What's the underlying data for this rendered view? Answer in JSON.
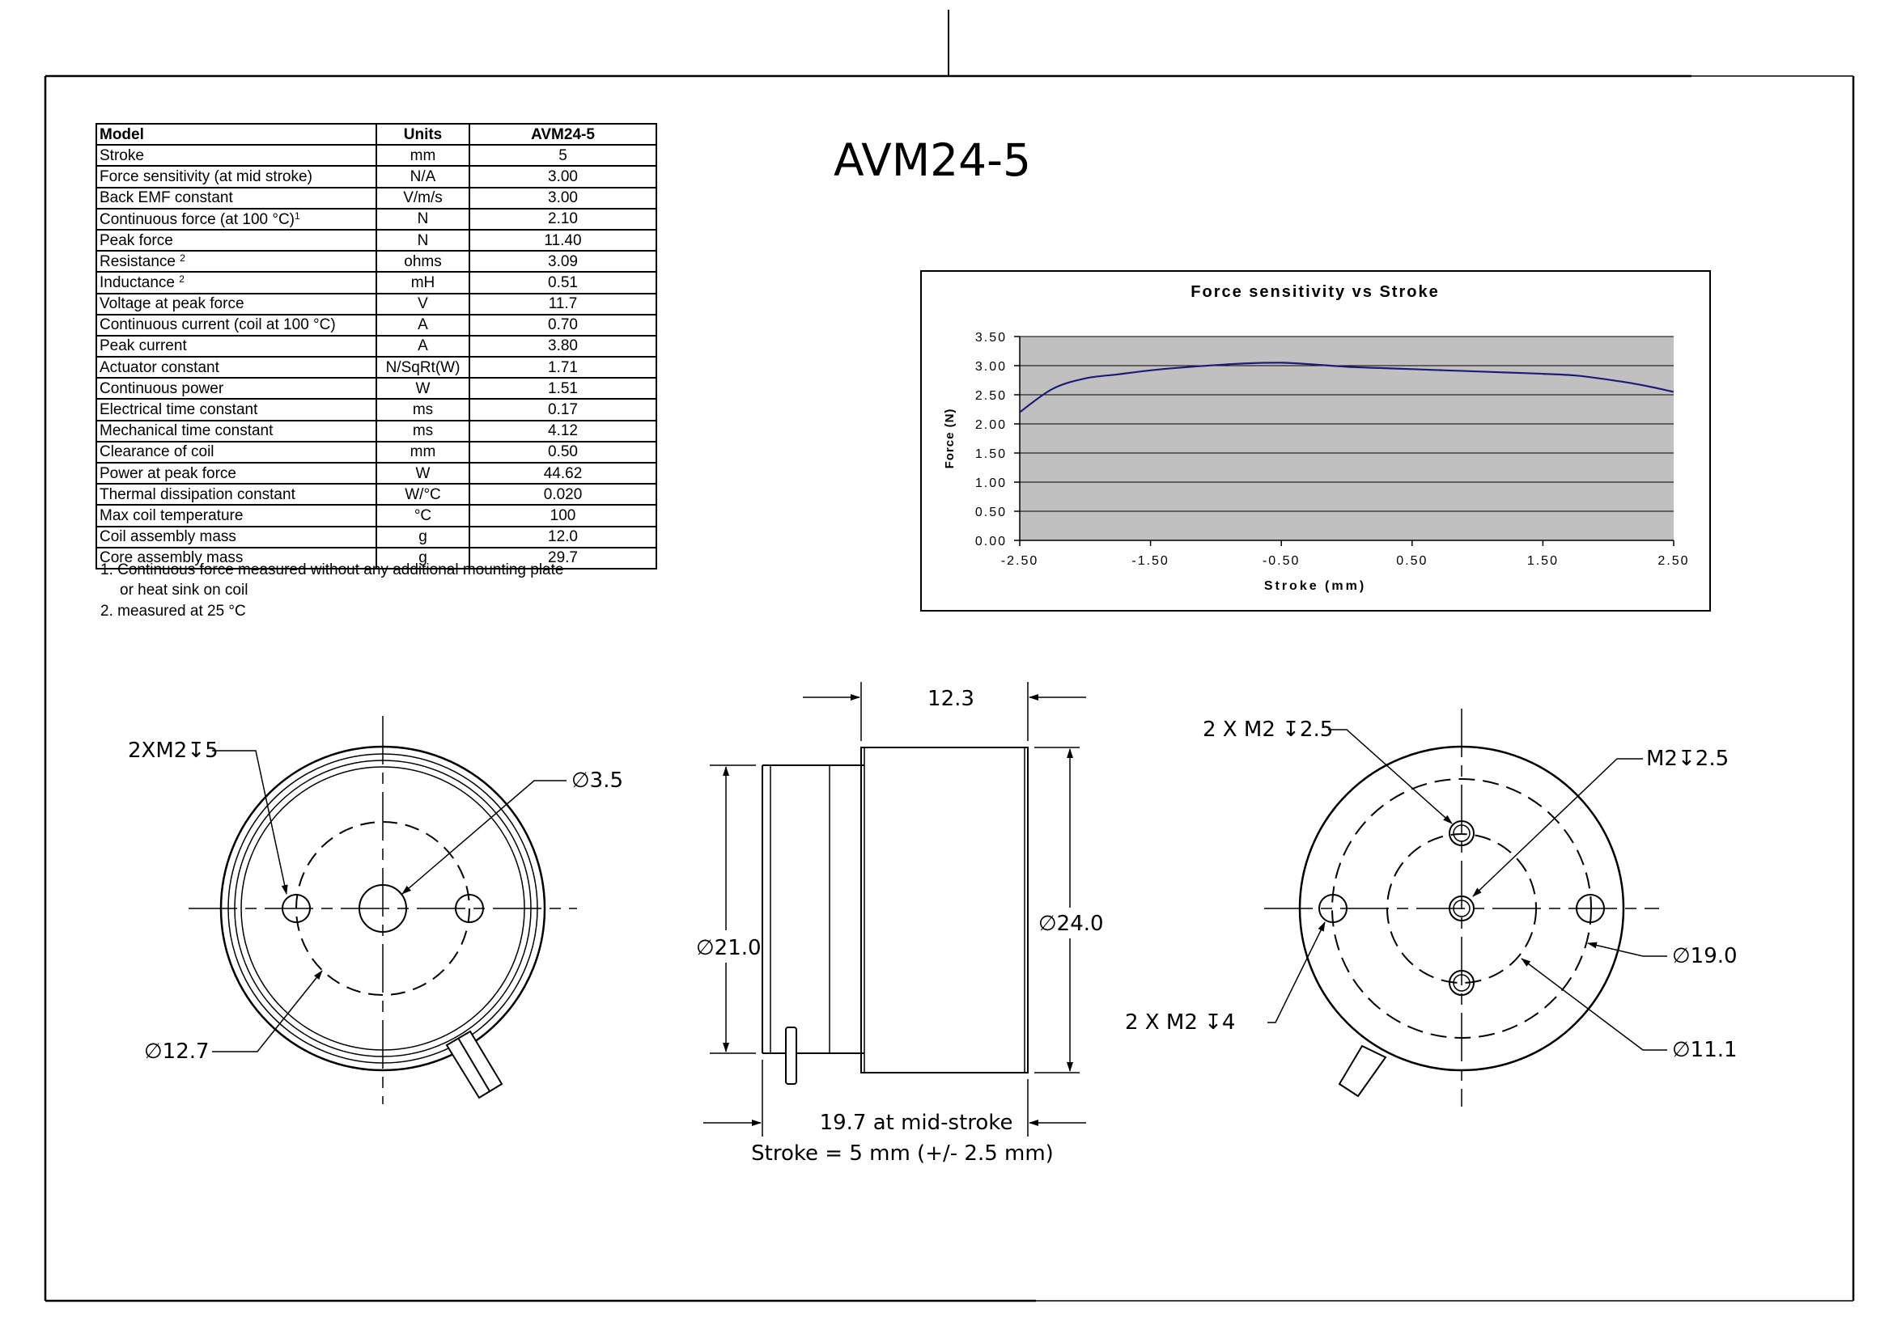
{
  "product_title": "AVM24-5",
  "spec_table": {
    "headers": [
      "Model",
      "Units",
      "AVM24-5"
    ],
    "rows": [
      {
        "param": "Stroke",
        "sup": "",
        "unit": "mm",
        "value": "5"
      },
      {
        "param": "Force sensitivity (at mid stroke)",
        "sup": "",
        "unit": "N/A",
        "value": "3.00"
      },
      {
        "param": "Back EMF constant",
        "sup": "",
        "unit": "V/m/s",
        "value": "3.00"
      },
      {
        "param": "Continuous force (at 100 °C)",
        "sup": "1",
        "unit": "N",
        "value": "2.10"
      },
      {
        "param": "Peak force",
        "sup": "",
        "unit": "N",
        "value": "11.40"
      },
      {
        "param": "Resistance ",
        "sup": "2",
        "unit": "ohms",
        "value": "3.09"
      },
      {
        "param": "Inductance ",
        "sup": "2",
        "unit": "mH",
        "value": "0.51"
      },
      {
        "param": "Voltage at peak force",
        "sup": "",
        "unit": "V",
        "value": "11.7"
      },
      {
        "param": "Continuous current (coil at 100 °C)",
        "sup": "",
        "unit": "A",
        "value": "0.70"
      },
      {
        "param": "Peak current",
        "sup": "",
        "unit": "A",
        "value": "3.80"
      },
      {
        "param": "Actuator constant",
        "sup": "",
        "unit": "N/SqRt(W)",
        "value": "1.71"
      },
      {
        "param": "Continuous power",
        "sup": "",
        "unit": "W",
        "value": "1.51"
      },
      {
        "param": "Electrical time constant",
        "sup": "",
        "unit": "ms",
        "value": "0.17"
      },
      {
        "param": "Mechanical time constant",
        "sup": "",
        "unit": "ms",
        "value": "4.12"
      },
      {
        "param": "Clearance of coil",
        "sup": "",
        "unit": "mm",
        "value": "0.50"
      },
      {
        "param": "Power at peak force",
        "sup": "",
        "unit": "W",
        "value": "44.62"
      },
      {
        "param": "Thermal dissipation constant",
        "sup": "",
        "unit": "W/°C",
        "value": "0.020"
      },
      {
        "param": "Max coil temperature",
        "sup": "",
        "unit": "°C",
        "value": "100"
      },
      {
        "param": "Coil assembly mass",
        "sup": "",
        "unit": "g",
        "value": "12.0"
      },
      {
        "param": "Core assembly mass",
        "sup": "",
        "unit": "g",
        "value": "29.7"
      }
    ]
  },
  "notes": {
    "note1_line1": "1. Continuous force measured without any additional mounting plate",
    "note1_line2": "or heat sink on coil",
    "note2": "2. measured at 25 °C"
  },
  "chart_data": {
    "type": "line",
    "title": "Force sensitivity vs Stroke",
    "xlabel": "Stroke (mm)",
    "ylabel": "Force (N)",
    "xlim": [
      -2.5,
      2.5
    ],
    "ylim": [
      0,
      3.5
    ],
    "xticks": [
      "-2.50",
      "-1.50",
      "-0.50",
      "0.50",
      "1.50",
      "2.50"
    ],
    "yticks": [
      "0.00",
      "0.50",
      "1.00",
      "1.50",
      "2.00",
      "2.50",
      "3.00",
      "3.50"
    ],
    "grid": true,
    "plot_background": "#c0c0c0",
    "line_color": "#1c1c78",
    "series": [
      {
        "x": [
          -2.5,
          -2.25,
          -2.0,
          -1.75,
          -1.5,
          -1.25,
          -1.0,
          -0.75,
          -0.5,
          -0.25,
          0.0,
          0.25,
          0.5,
          0.75,
          1.0,
          1.25,
          1.5,
          1.75,
          2.0,
          2.25,
          2.5
        ],
        "values": [
          2.2,
          2.6,
          2.78,
          2.85,
          2.92,
          2.97,
          3.01,
          3.04,
          3.05,
          3.02,
          2.98,
          2.96,
          2.94,
          2.92,
          2.9,
          2.88,
          2.86,
          2.83,
          2.76,
          2.67,
          2.55
        ]
      }
    ]
  },
  "annotations": {
    "left_view": {
      "tapped_holes": "2XM2",
      "tapped_depth": "5",
      "bore_dia": "3.5",
      "bolt_circle_dia": "12.7"
    },
    "side_view": {
      "length": "12.3",
      "body_dia": "24.0",
      "core_dia": "21.0",
      "mid_stroke": "19.7 at mid-stroke",
      "stroke": "Stroke = 5 mm (+/- 2.5 mm)"
    },
    "right_view": {
      "top_holes": "2 X M2",
      "top_depth": "2.5",
      "center_hole": "M2",
      "center_depth": "2.5",
      "side_holes": "2 X M2",
      "side_depth": "4",
      "outer_circle_dia": "19.0",
      "inner_circle_dia": "11.1"
    }
  },
  "symbols": {
    "diameter": "∅",
    "depth": "↧"
  }
}
